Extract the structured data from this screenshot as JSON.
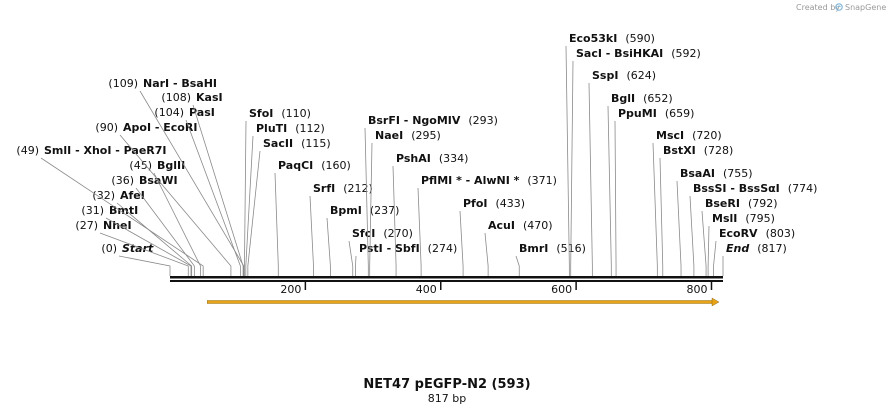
{
  "credit": {
    "text": "Created by",
    "brand": "SnapGene",
    "icon": "snapgene-logo-icon"
  },
  "sequence": {
    "title": "NET47 pEGFP-N2 (593)",
    "length_label": "817 bp",
    "length": 817
  },
  "axis": {
    "ticks": [
      200,
      400,
      600,
      800
    ]
  },
  "feature": {
    "name": "orf-arrow",
    "start": 55,
    "end": 817,
    "color": "#e8a317",
    "direction": "forward"
  },
  "sites": [
    {
      "label": "Start",
      "pos": "(0)",
      "bp": 0,
      "italic": true
    },
    {
      "label": "NheI",
      "pos": "(27)",
      "bp": 27
    },
    {
      "label": "BmtI",
      "pos": "(31)",
      "bp": 31
    },
    {
      "label": "AfeI",
      "pos": "(32)",
      "bp": 32
    },
    {
      "label": "BsaWI",
      "pos": "(36)",
      "bp": 36
    },
    {
      "label": "BglII",
      "pos": "(45)",
      "bp": 45
    },
    {
      "label": "SmlI - XhoI - PaeR7I",
      "pos": "(49)",
      "bp": 49
    },
    {
      "label": "ApoI - EcoRI",
      "pos": "(90)",
      "bp": 90
    },
    {
      "label": "PasI",
      "pos": "(104)",
      "bp": 104
    },
    {
      "label": "KasI",
      "pos": "(108)",
      "bp": 108
    },
    {
      "label": "NarI - BsaHI",
      "pos": "(109)",
      "bp": 109
    },
    {
      "label": "SfoI",
      "pos": "(110)",
      "bp": 110
    },
    {
      "label": "PluTI",
      "pos": "(112)",
      "bp": 112
    },
    {
      "label": "SacII",
      "pos": "(115)",
      "bp": 115
    },
    {
      "label": "PaqCI",
      "pos": "(160)",
      "bp": 160
    },
    {
      "label": "SrfI",
      "pos": "(212)",
      "bp": 212
    },
    {
      "label": "BpmI",
      "pos": "(237)",
      "bp": 237
    },
    {
      "label": "SfcI",
      "pos": "(270)",
      "bp": 270
    },
    {
      "label": "PstI - SbfI",
      "pos": "(274)",
      "bp": 274
    },
    {
      "label": "BsrFI - NgoMIV",
      "pos": "(293)",
      "bp": 293
    },
    {
      "label": "NaeI",
      "pos": "(295)",
      "bp": 295
    },
    {
      "label": "PshAI",
      "pos": "(334)",
      "bp": 334
    },
    {
      "label": "PflMI * - AlwNI *",
      "pos": "(371)",
      "bp": 371
    },
    {
      "label": "PfoI",
      "pos": "(433)",
      "bp": 433
    },
    {
      "label": "AcuI",
      "pos": "(470)",
      "bp": 470
    },
    {
      "label": "BmrI",
      "pos": "(516)",
      "bp": 516
    },
    {
      "label": "Eco53kI",
      "pos": "(590)",
      "bp": 590
    },
    {
      "label": "SacI - BsiHKAI",
      "pos": "(592)",
      "bp": 592
    },
    {
      "label": "SspI",
      "pos": "(624)",
      "bp": 624
    },
    {
      "label": "BglI",
      "pos": "(652)",
      "bp": 652
    },
    {
      "label": "PpuMI",
      "pos": "(659)",
      "bp": 659
    },
    {
      "label": "MscI",
      "pos": "(720)",
      "bp": 720
    },
    {
      "label": "BstXI",
      "pos": "(728)",
      "bp": 728
    },
    {
      "label": "BsaAI",
      "pos": "(755)",
      "bp": 755
    },
    {
      "label": "BssSI - BssSαI",
      "pos": "(774)",
      "bp": 774
    },
    {
      "label": "BseRI",
      "pos": "(792)",
      "bp": 792
    },
    {
      "label": "MslI",
      "pos": "(795)",
      "bp": 795
    },
    {
      "label": "EcoRV",
      "pos": "(803)",
      "bp": 803
    },
    {
      "label": "End",
      "pos": "(817)",
      "bp": 817,
      "italic": true
    }
  ]
}
